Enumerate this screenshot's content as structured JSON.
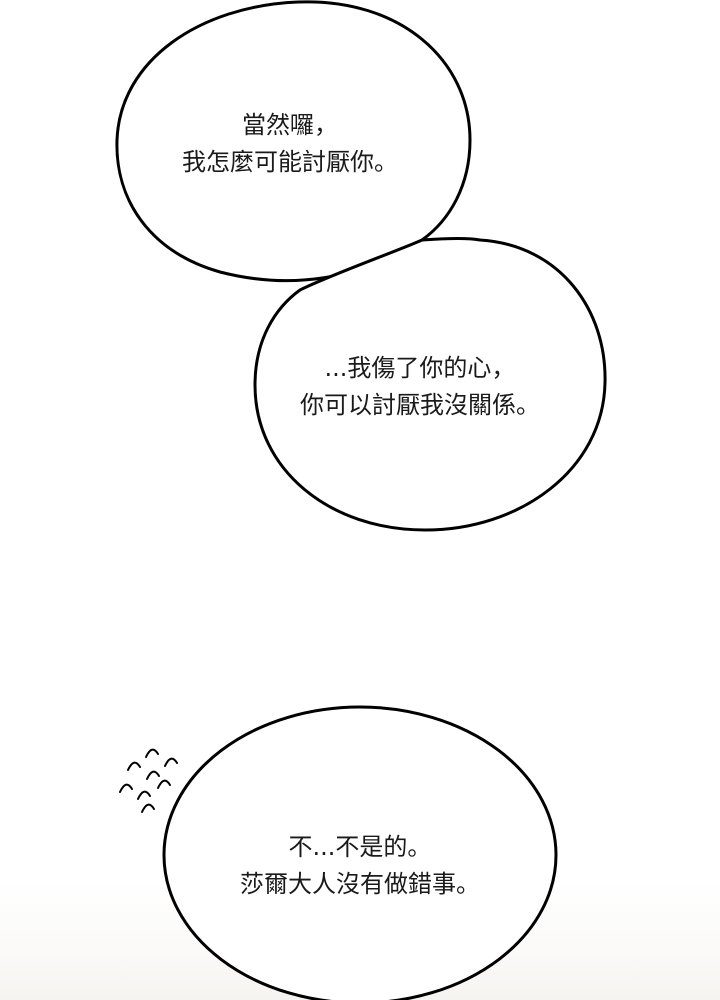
{
  "bubbles": [
    {
      "lines": [
        "當然囉，",
        "我怎麼可能討厭你。"
      ]
    },
    {
      "lines": [
        "...我傷了你的心，",
        "你可以討厭我沒關係。"
      ]
    },
    {
      "lines": [
        "不...不是的。",
        "莎爾大人沒有做錯事。"
      ]
    }
  ],
  "icons": {
    "nervous_marks": "trembling-arc-marks"
  },
  "colors": {
    "outline": "#000000",
    "text": "#1a1a1a",
    "background": "#ffffff"
  }
}
